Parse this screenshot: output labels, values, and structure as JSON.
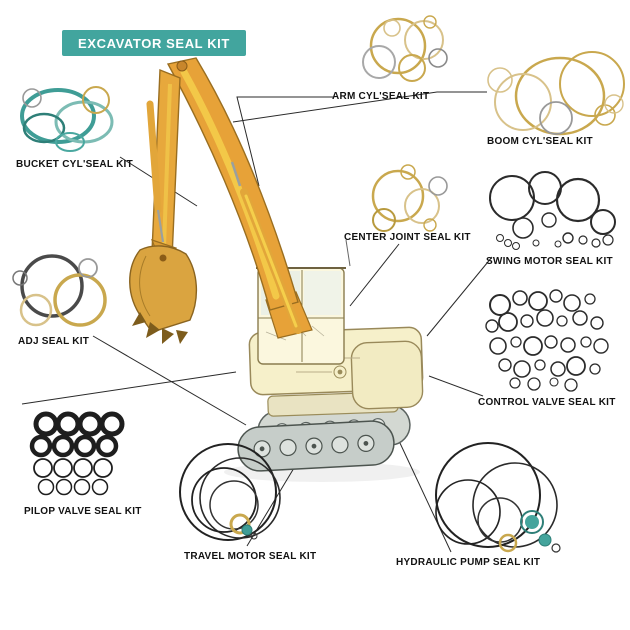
{
  "banner": {
    "title": "EXCAVATOR SEAL KIT"
  },
  "colors": {
    "banner_bg": "#42a59e",
    "ring_tan": "#c9a84e",
    "ring_light_tan": "#d8c28a",
    "ring_teal": "#3f9d96",
    "ring_black": "#222222",
    "excavator_orange": "#e7a238",
    "excavator_yellow": "#f5cf4b"
  },
  "callouts": [
    {
      "id": "arm",
      "label": "ARM CYL'SEAL KIT"
    },
    {
      "id": "boom",
      "label": "BOOM CYL'SEAL KIT"
    },
    {
      "id": "bucket",
      "label": "BUCKET CYL'SEAL KIT"
    },
    {
      "id": "center_joint",
      "label": "CENTER JOINT SEAL KIT"
    },
    {
      "id": "swing_motor",
      "label": "SWING MOTOR SEAL KIT"
    },
    {
      "id": "adj",
      "label": "ADJ SEAL KIT"
    },
    {
      "id": "control_valve",
      "label": "CONTROL VALVE SEAL KIT"
    },
    {
      "id": "pilop_valve",
      "label": "PILOP VALVE SEAL KIT"
    },
    {
      "id": "travel_motor",
      "label": "TRAVEL MOTOR SEAL KIT"
    },
    {
      "id": "hydraulic_pump",
      "label": "HYDRAULIC PUMP SEAL KIT"
    }
  ],
  "clusters": [
    "arm-cyl-seal-rings",
    "boom-cyl-seal-rings",
    "bucket-cyl-seal-rings",
    "center-joint-seal-rings",
    "swing-motor-seal-rings",
    "adj-seal-rings",
    "control-valve-seal-rings",
    "pilop-valve-seal-rings",
    "travel-motor-seal-rings",
    "hydraulic-pump-seal-rings"
  ]
}
